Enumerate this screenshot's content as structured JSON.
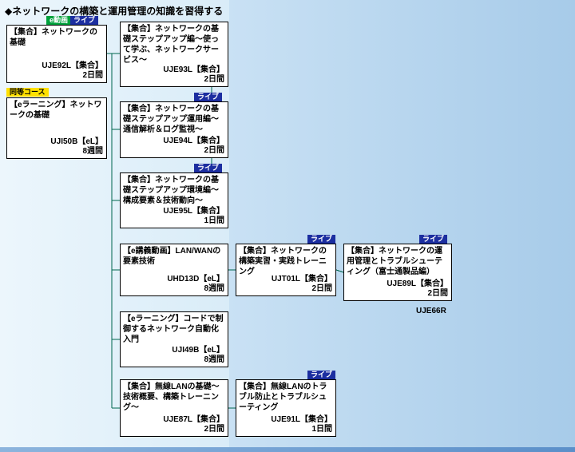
{
  "title": "◆ネットワークの構築と運用管理の知識を習得する",
  "badges": {
    "live": "ライブ",
    "evideo": "e動画",
    "equiv": "同等コース"
  },
  "colors": {
    "live_badge_bg": "#1c2ea0",
    "evideo_badge_bg": "#00a23c",
    "equiv_badge_bg": "#ffe000",
    "connector_line": "#00664f",
    "box_bg": "#ffffff",
    "box_border": "#000000",
    "bg_left": "#e3f1fa",
    "bg_right": "#b8d6ee"
  },
  "nodes": [
    {
      "id": "UJE92L",
      "title": "【集合】ネットワークの基礎",
      "code": "UJE92L【集合】",
      "duration": "2日間"
    },
    {
      "id": "UJI50B",
      "title": "【eラーニング】ネットワークの基礎",
      "code": "UJI50B【eL】",
      "duration": "8週間"
    },
    {
      "id": "UJE93L",
      "title": "【集合】ネットワークの基礎ステップアップ編～使って学ぶ、ネットワークサービス～",
      "code": "UJE93L【集合】",
      "duration": "2日間"
    },
    {
      "id": "UJE94L",
      "title": "【集合】ネットワークの基礎ステップアップ運用編～通信解析＆ログ監視～",
      "code": "UJE94L【集合】",
      "duration": "2日間"
    },
    {
      "id": "UJE95L",
      "title": "【集合】ネットワークの基礎ステップアップ環境編～構成要素＆技術動向～",
      "code": "UJE95L【集合】",
      "duration": "1日間"
    },
    {
      "id": "UHD13D",
      "title": "【e講義動画】LAN/WANの要素技術",
      "code": "UHD13D【eL】",
      "duration": "8週間"
    },
    {
      "id": "UJI49B",
      "title": "【eラーニング】コードで制御するネットワーク自動化入門",
      "code": "UJI49B【eL】",
      "duration": "8週間"
    },
    {
      "id": "UJE87L",
      "title": "【集合】無線LANの基礎～技術概要、構築トレーニング～",
      "code": "UJE87L【集合】",
      "duration": "2日間"
    },
    {
      "id": "UJT01L",
      "title": "【集合】ネットワークの構築実習・実践トレーニング",
      "code": "UJT01L【集合】",
      "duration": "2日間"
    },
    {
      "id": "UJE91L",
      "title": "【集合】無線LANのトラブル防止とトラブルシューティング",
      "code": "UJE91L【集合】",
      "duration": "1日間"
    },
    {
      "id": "UJE89L",
      "title": "【集合】ネットワークの運用管理とトラブルシューティング（富士通製品編）",
      "code": "UJE89L【集合】",
      "duration": "2日間"
    }
  ],
  "floating_label": "UJE66R"
}
